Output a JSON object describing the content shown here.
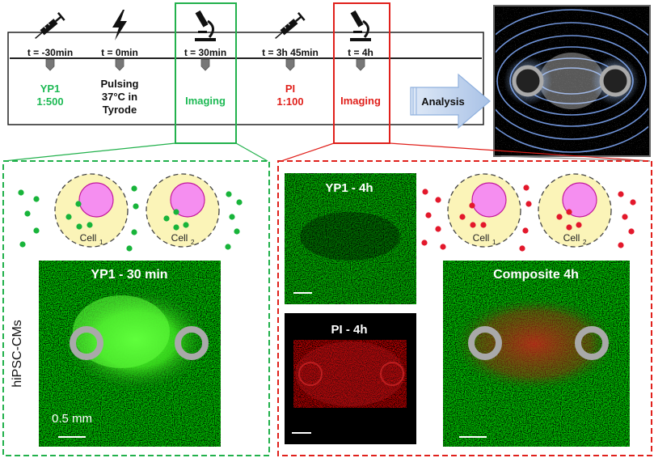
{
  "timeline": {
    "steps": [
      {
        "time": "t = -30min",
        "icon": "syringe-icon",
        "lines": [
          "YP1",
          "1:500"
        ],
        "color": "#1db954"
      },
      {
        "time": "t = 0min",
        "icon": "lightning-icon",
        "lines": [
          "Pulsing",
          "37°C in",
          "Tyrode"
        ],
        "color": "#111111"
      },
      {
        "time": "t = 30min",
        "icon": "microscope-icon",
        "lines": [
          "Imaging"
        ],
        "color": "#1db954"
      },
      {
        "time": "t = 3h 45min",
        "icon": "syringe-icon",
        "lines": [
          "PI",
          "1:100"
        ],
        "color": "#e0201b"
      },
      {
        "time": "t = 4h",
        "icon": "microscope-icon",
        "lines": [
          "Imaging"
        ],
        "color": "#e0201b"
      }
    ]
  },
  "analysis": {
    "label": "Analysis"
  },
  "left_panel": {
    "cell_labels": [
      "Cell",
      "Cell"
    ],
    "cell_subscripts": [
      "1",
      "2"
    ],
    "image_title": "YP1 - 30 min",
    "side_label": "hiPSC-CMs",
    "scale_label": "0.5 mm"
  },
  "right_panel": {
    "cell_labels": [
      "Cell",
      "Cell"
    ],
    "cell_subscripts": [
      "1",
      "2"
    ],
    "yp1_title": "YP1 - 4h",
    "pi_title": "PI - 4h",
    "composite_title": "Composite 4h"
  },
  "colors": {
    "green": "#1db954",
    "red": "#e0201b",
    "dot_green": "#18b43a",
    "dot_red": "#e3182b",
    "cell_fill": "#fbf4b8",
    "nucleus": "#f58ef0",
    "box_green": "#22b14c",
    "box_red": "#e0201b"
  }
}
